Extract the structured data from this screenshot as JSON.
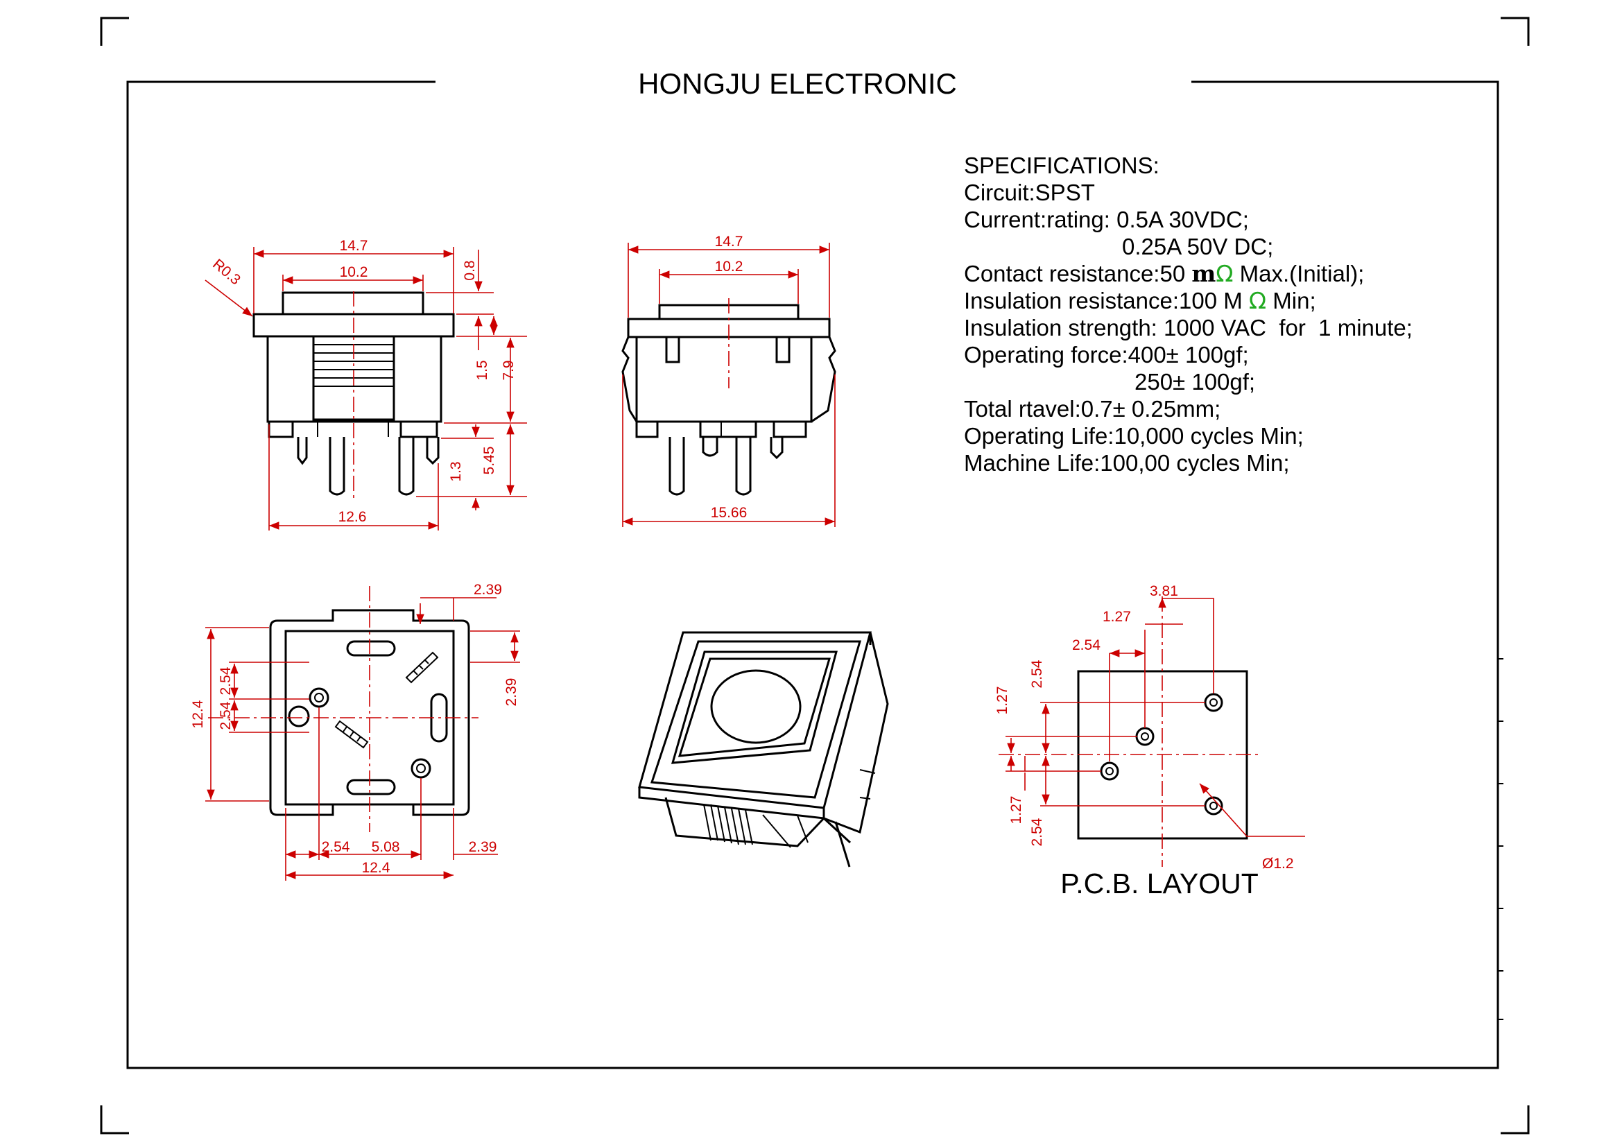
{
  "header": {
    "title": "HONGJU ELECTRONIC"
  },
  "specifications": {
    "heading": "SPECIFICATIONS:",
    "circuit": "Circuit:SPST",
    "current_rating_1": "Current:rating: 0.5A 30VDC;",
    "current_rating_2": "0.25A 50V DC;",
    "contact_resistance_a": "Contact resistance:50 ",
    "contact_resistance_m": "m",
    "contact_resistance_ohm": "Ω",
    "contact_resistance_b": " Max.(Initial);",
    "insulation_resistance_a": "Insulation resistance:100 M ",
    "insulation_resistance_ohm": "Ω",
    "insulation_resistance_b": " Min;",
    "insulation_strength": "Insulation strength: 1000 VAC  for  1 minute;",
    "operating_force_1": "Operating force:400± 100gf;",
    "operating_force_2": "250± 100gf;",
    "total_travel": "Total rtavel:0.7± 0.25mm;",
    "operating_life": "Operating Life:10,000 cycles Min;",
    "machine_life": "Machine Life:100,00 cycles Min;"
  },
  "front_view": {
    "width_overall": "14.7",
    "width_cap": "10.2",
    "corner_radius": "R0.3",
    "cap_height": "0.8",
    "flange_gap": "1.5",
    "body_height": "7.9",
    "pin_length_short": "1.3",
    "pin_length": "5.45",
    "pin_span": "12.6"
  },
  "side_view": {
    "width_overall": "14.7",
    "width_cap": "10.2",
    "width_clips": "15.66"
  },
  "bottom_view": {
    "top_offset": "2.39",
    "height_overall": "12.4",
    "pitch_1": "2.54",
    "pitch_2": "2.54",
    "right_offset": "2.39",
    "bottom_pitch_1": "2.54",
    "bottom_pitch_2": "5.08",
    "bottom_offset": "2.39",
    "width_overall": "12.4"
  },
  "pcb_layout": {
    "label": "P.C.B. LAYOUT",
    "dim_3_81": "3.81",
    "dim_1_27_top": "1.27",
    "dim_2_54_top": "2.54",
    "dim_1_27_left": "1.27",
    "dim_2_54_left": "2.54",
    "dim_1_27_lower": "1.27",
    "dim_2_54_lower": "2.54",
    "hole_diameter": "Ø1.2"
  },
  "colors": {
    "dimension": "#cc0000",
    "ohm_symbol": "#22aa22",
    "lines": "#000000"
  }
}
